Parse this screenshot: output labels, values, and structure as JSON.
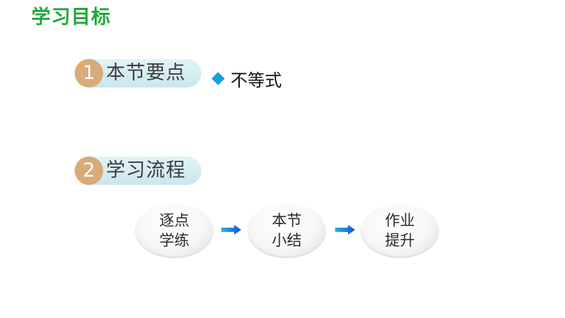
{
  "page_title": "学习目标",
  "sections": [
    {
      "number": "1",
      "label": "本节要点"
    },
    {
      "number": "2",
      "label": "学习流程"
    }
  ],
  "key_points": [
    {
      "icon": "diamond-icon",
      "text": "不等式"
    }
  ],
  "flow": [
    {
      "line1": "逐点",
      "line2": "学练"
    },
    {
      "line1": "本节",
      "line2": "小结"
    },
    {
      "line1": "作业",
      "line2": "提升"
    }
  ],
  "colors": {
    "title": "#22a83a",
    "number_circle": "#d8ab78",
    "pill": "#c9e7ee",
    "diamond": "#1a9ee0",
    "arrow": "#1a4fd8"
  }
}
